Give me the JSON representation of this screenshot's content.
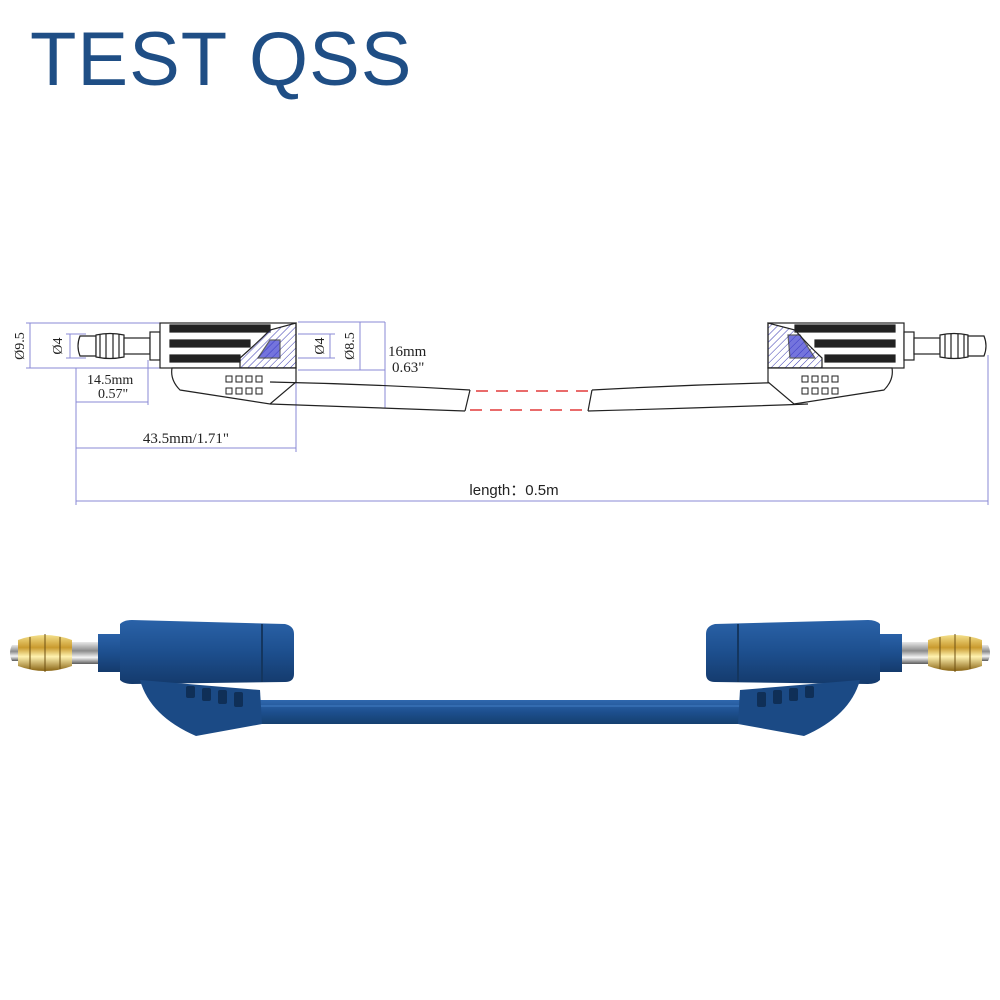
{
  "brand": {
    "text": "TEST QSS"
  },
  "drawing": {
    "dia_9_5": "Ø9.5",
    "dia_4_left": "Ø4",
    "dia_4_right": "Ø4",
    "dia_8_5": "Ø8.5",
    "plug_len_mm": "14.5mm",
    "plug_len_in": "0.57\"",
    "connector_len": "43.5mm/1.71\"",
    "cable_dia_mm": "16mm",
    "cable_dia_in": "0.63\"",
    "total_length": "length：0.5m"
  },
  "colors": {
    "brand_blue": "#1f4e85",
    "cable_blue": "#1d4f8e",
    "dimension_line": "#8a8ad6",
    "break_marker": "#e23a3a",
    "contact_brass": "#c9a441"
  }
}
